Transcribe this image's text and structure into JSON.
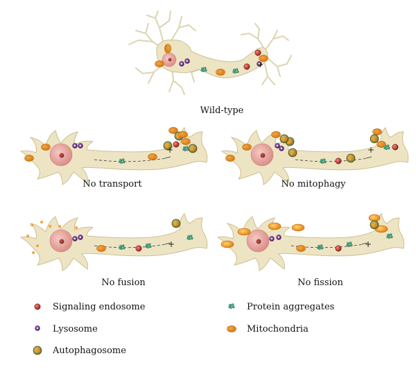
{
  "panels": {
    "wild_type": "Wild-type",
    "no_transport": "No transport",
    "no_mitophagy": "No mitophagy",
    "no_fusion": "No fusion",
    "no_fission": "No fission"
  },
  "polarity": {
    "plus": "+",
    "minus": "−"
  },
  "legend": {
    "signaling_endosome": "Signaling endosome",
    "lysosome": "Lysosome",
    "autophagosome": "Autophagosome",
    "protein_aggregates": "Protein aggregates",
    "mitochondria": "Mitochondria"
  },
  "colors": {
    "cytoplasm": "#ede4c4",
    "membrane": "#cdbf92",
    "nucleus": "#e7a3a0",
    "endosome": "#c4362f",
    "lysosome": "#6a2a86",
    "mitochondria": "#f0a020",
    "autophagosome": "#8f8a3a",
    "aggregates": "#2a8a6a"
  }
}
